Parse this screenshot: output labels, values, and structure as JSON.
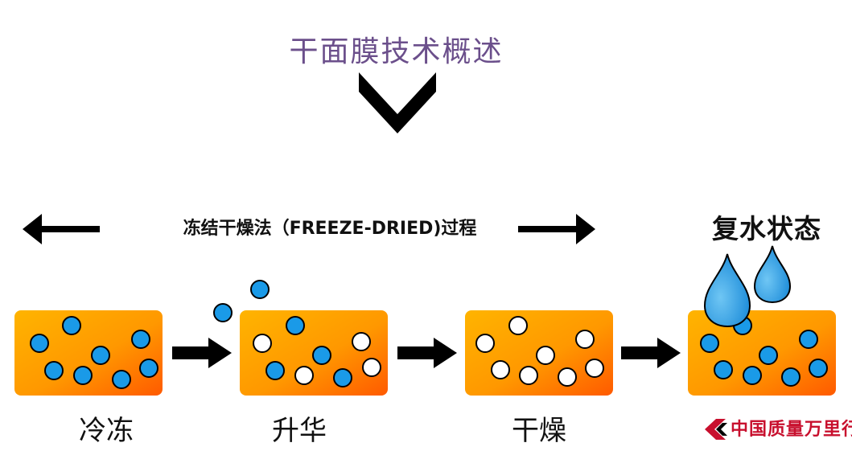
{
  "title": "干面膜技术概述",
  "process_label": "冻结干燥法（FREEZE-DRIED)过程",
  "rehydrated_label": "复水状态",
  "stages": [
    {
      "label": "冷冻"
    },
    {
      "label": "升华"
    },
    {
      "label": "干燥"
    },
    {
      "label": ""
    }
  ],
  "brand": "中国质量万里行",
  "colors": {
    "title": "#6b4f8b",
    "block_gradient_start": "#ffb400",
    "block_gradient_end": "#ff5a00",
    "particle_blue": "#1a9ae8",
    "particle_white": "#ffffff",
    "brand_red": "#c8102e"
  }
}
